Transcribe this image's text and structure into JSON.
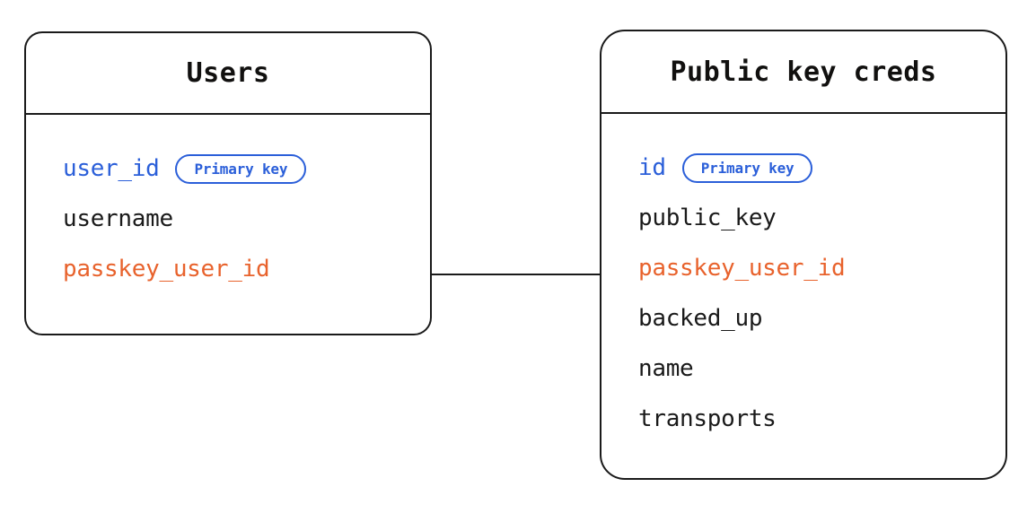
{
  "diagram": {
    "type": "entity-relationship",
    "colors": {
      "primary_key": "#2b5fd9",
      "foreign_key": "#e8622c",
      "text": "#1a1a1a",
      "border": "#1a1a1a",
      "background": "#ffffff"
    },
    "badge_label": "Primary key",
    "entities": [
      {
        "id": "users",
        "title": "Users",
        "fields": [
          {
            "name": "user_id",
            "role": "primary",
            "badge": "Primary key"
          },
          {
            "name": "username",
            "role": "plain",
            "badge": null
          },
          {
            "name": "passkey_user_id",
            "role": "foreign",
            "badge": null
          }
        ]
      },
      {
        "id": "public_key_creds",
        "title": "Public key creds",
        "fields": [
          {
            "name": "id",
            "role": "primary",
            "badge": "Primary key"
          },
          {
            "name": "public_key",
            "role": "plain",
            "badge": null
          },
          {
            "name": "passkey_user_id",
            "role": "foreign",
            "badge": null
          },
          {
            "name": "backed_up",
            "role": "plain",
            "badge": null
          },
          {
            "name": "name",
            "role": "plain",
            "badge": null
          },
          {
            "name": "transports",
            "role": "plain",
            "badge": null
          }
        ]
      }
    ],
    "relationships": [
      {
        "from_entity": "users",
        "from_field": "passkey_user_id",
        "to_entity": "public_key_creds",
        "to_field": "passkey_user_id"
      }
    ]
  }
}
